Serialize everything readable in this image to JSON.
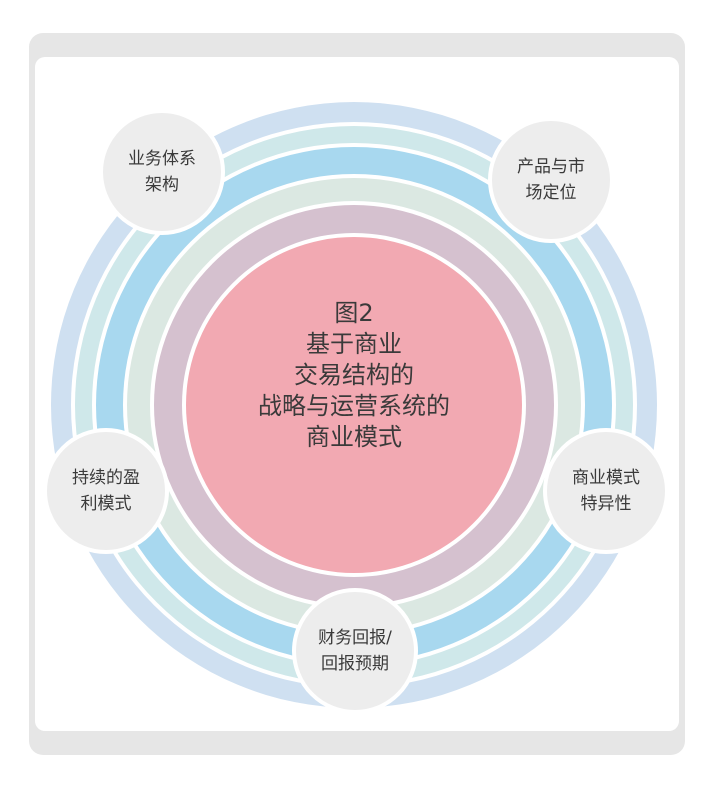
{
  "center": {
    "lines": [
      "图2",
      "基于商业",
      "交易结构的",
      "战略与运营系统的",
      "商业模式"
    ]
  },
  "nodes": [
    {
      "lines": [
        "业务体系",
        "架构"
      ]
    },
    {
      "lines": [
        "产品与市",
        "场定位"
      ]
    },
    {
      "lines": [
        "持续的盈",
        "利模式"
      ]
    },
    {
      "lines": [
        "商业模式",
        "特异性"
      ]
    },
    {
      "lines": [
        "财务回报/",
        "回报预期"
      ]
    }
  ],
  "colors": {
    "frame": "#e6e6e6",
    "ring_outer": "#cfe0f1",
    "ring_2": "#cfe8ea",
    "ring_3": "#a8d8ef",
    "ring_4": "#dbe8e2",
    "ring_5": "#d5c1cf",
    "core": "#f2a9b2",
    "node_fill": "#ededed"
  }
}
